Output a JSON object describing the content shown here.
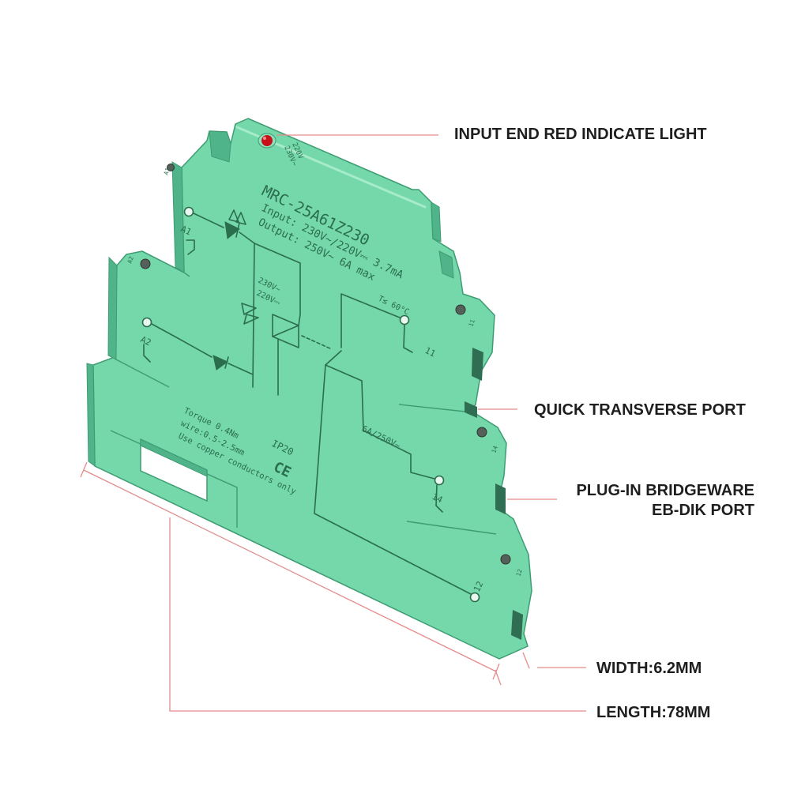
{
  "callouts": {
    "indicator_light": "INPUT END RED INDICATE LIGHT",
    "quick_transverse_port": "QUICK TRANSVERSE PORT",
    "plug_in_port": [
      "PLUG-IN BRIDGEWARE",
      "EB-DIK PORT"
    ],
    "width": "WIDTH:6.2MM",
    "length": "LENGTH:78MM"
  },
  "relay": {
    "model": "MRC-25A61Z230",
    "input": "Input: 230V~/220V⎓ 3.7mA",
    "output": "Output: 250V~ 6A max",
    "led_label_ac": "230V~",
    "led_label_dc": "220V",
    "coil_label_ac": "230V~",
    "coil_label_dc": "220V⎓",
    "temperature": "T≤ 60°C",
    "contact_rating": "6A/250V~",
    "torque": "Torque 0.4Nm",
    "wire": "wire:0.5-2.5mm",
    "conductors": "Use copper conductors only",
    "protection": "IP20",
    "mark": "CE",
    "terminals": {
      "a1": "A1",
      "a2": "A2",
      "t11": "11",
      "t14": "14",
      "t12": "12"
    }
  },
  "colors": {
    "body": "#74d8ab",
    "body_dark": "#4fb489",
    "outline": "#3e9c72",
    "print": "#2b6e4d",
    "led": "#c8101a",
    "callout_line": "#e58b8b",
    "label_text": "#1e1e1e",
    "background": "#ffffff"
  }
}
